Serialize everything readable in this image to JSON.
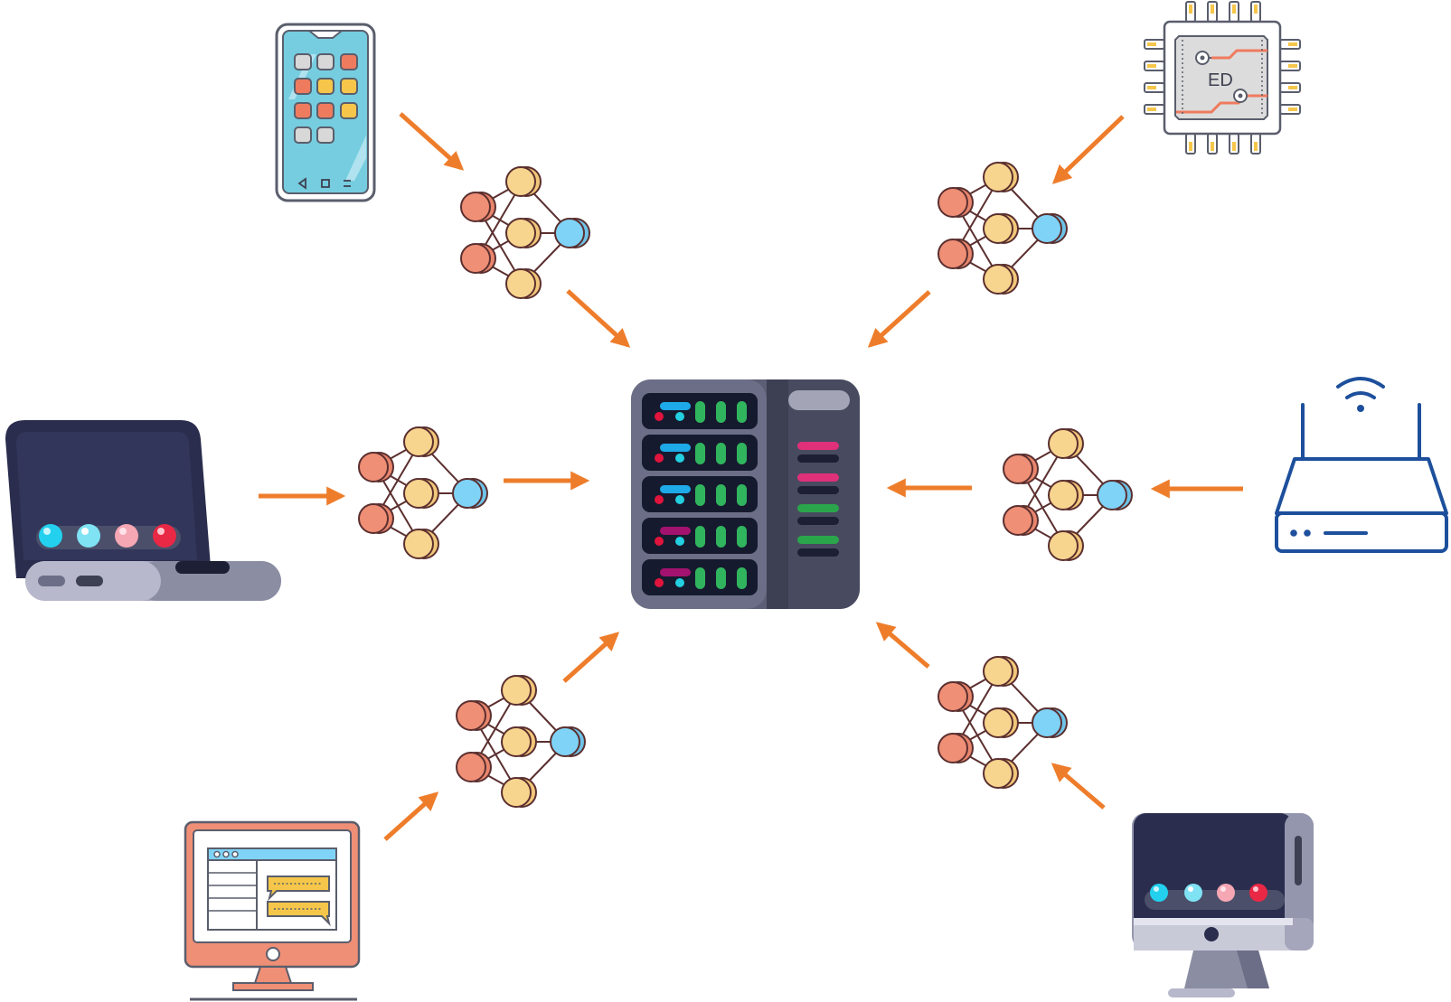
{
  "diagram": {
    "type": "federated-learning",
    "center": "server",
    "clients": [
      {
        "device": "smartphone-icon",
        "model": "local-model-1"
      },
      {
        "device": "chip-icon",
        "model": "local-model-2",
        "chip_label": "ED"
      },
      {
        "device": "laptop-icon",
        "model": "local-model-3"
      },
      {
        "device": "router-icon",
        "model": "local-model-4"
      },
      {
        "device": "desktop-monitor-icon",
        "model": "local-model-5"
      },
      {
        "device": "imac-icon",
        "model": "local-model-6"
      }
    ],
    "colors": {
      "arrow": "#ee7d2b",
      "input_node": "#ef8f76",
      "hidden_node": "#f8d58e",
      "output_node": "#7fd3f7",
      "edge": "#5b2f2f",
      "server_body": "#5b5e74",
      "server_dark": "#161a2e",
      "router": "#1d4f9c"
    }
  }
}
